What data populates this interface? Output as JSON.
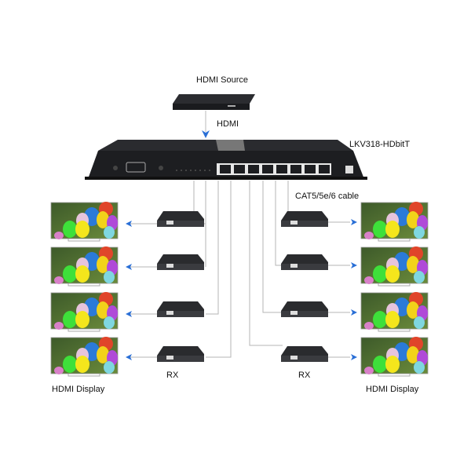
{
  "labels": {
    "source": "HDMI Source",
    "hdmi": "HDMI",
    "model": "LKV318-HDbitT",
    "cable": "CAT5/5e/6 cable",
    "rx_left": "RX",
    "rx_right": "RX",
    "display_left": "HDMI Display",
    "display_right": "HDMI Display"
  },
  "colors": {
    "arrow": "#2a6fd6",
    "device": "#1e1f22",
    "line": "#aaaaaa"
  }
}
